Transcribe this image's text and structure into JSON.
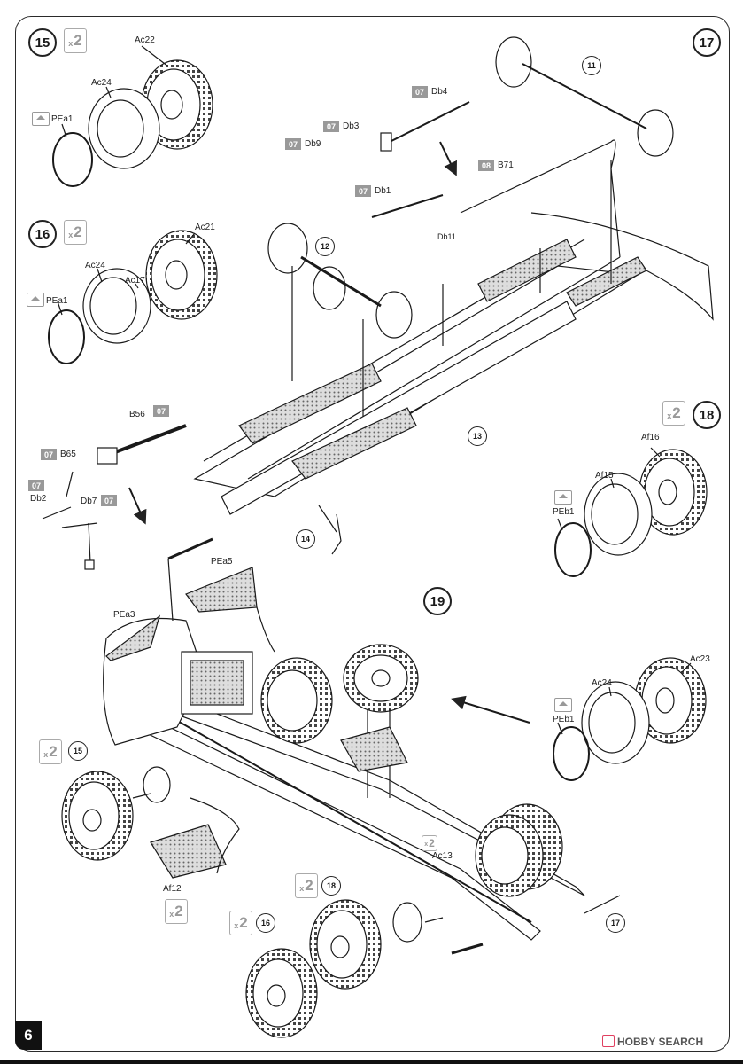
{
  "page_number": "6",
  "watermark": "HOBBY SEARCH",
  "steps": {
    "s15": "15",
    "s16": "16",
    "s17": "17",
    "s18": "18",
    "s19": "19"
  },
  "multipliers": {
    "x2": "2",
    "prefix": "x"
  },
  "sub_labels": {
    "n11": "11",
    "n12": "12",
    "n13": "13",
    "n14": "14",
    "n15": "15",
    "n16": "16",
    "n17": "17",
    "n18": "18"
  },
  "parts": {
    "Ac22": "Ac22",
    "Ac24": "Ac24",
    "PEa1": "PEa1",
    "Ac21": "Ac21",
    "Ac17": "Ac17",
    "Db4": "Db4",
    "Db3": "Db3",
    "Db9": "Db9",
    "Db1": "Db1",
    "Db11": "Db11",
    "B71": "B71",
    "B56": "B56",
    "B65": "B65",
    "Db2": "Db2",
    "Db7": "Db7",
    "Af16": "Af16",
    "Af15": "Af15",
    "PEb1": "PEb1",
    "PEa5": "PEa5",
    "PEa3": "PEa3",
    "Ac23": "Ac23",
    "Ac13": "Ac13",
    "Af12": "Af12"
  },
  "color_codes": {
    "c07": "07",
    "c08": "08"
  },
  "colors": {
    "line": "#1a1a1a",
    "code_bg": "#999999",
    "mult": "#999999",
    "brand_mark": "#e04060"
  }
}
